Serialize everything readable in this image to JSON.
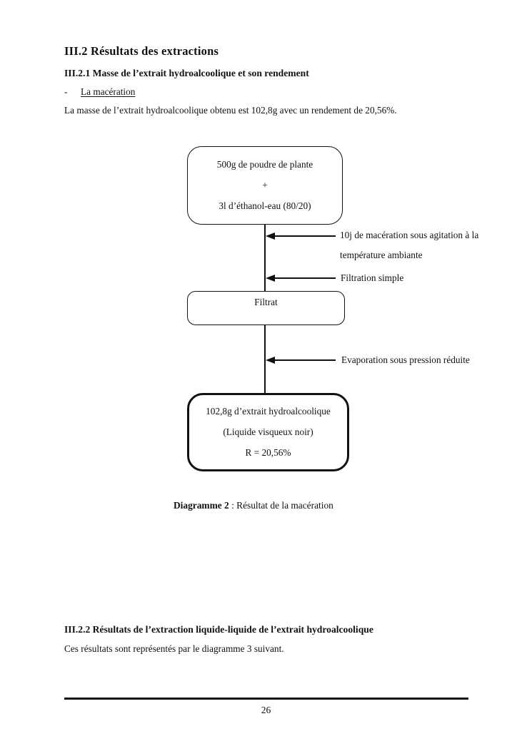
{
  "colors": {
    "ink": "#111111",
    "paper": "#ffffff"
  },
  "document": {
    "section_heading": "III.2 Résultats des extractions",
    "subsection_heading_1": "III.2.1 Masse de l’extrait hydroalcoolique et son rendement",
    "list_marker": "-",
    "list_item": "La macération",
    "paragraph_maceration": "La masse de l’extrait hydroalcoolique obtenu est 102,8g avec un rendement de 20,56%.",
    "subsection_heading_2": "III.2.2 Résultats de l’extraction liquide-liquide de l’extrait hydroalcoolique",
    "paragraph_next": "Ces résultats sont représentés par le diagramme 3 suivant.",
    "page_number": "26"
  },
  "diagram": {
    "caption_label": "Diagramme 2",
    "caption_text": " : Résultat de la macération",
    "input_box": {
      "line1": "500g de poudre de plante",
      "line2": "+",
      "line3": "3l d’éthanol-eau (80/20)"
    },
    "step1_line1": "10j de macération sous agitation à la",
    "step1_line2": "température ambiante",
    "step2_label": "Filtration simple",
    "filtrate_box_label": "Filtrat",
    "step3_label": "Evaporation sous pression réduite",
    "result_box": {
      "line1": "102,8g d’extrait hydroalcoolique",
      "line2": "(Liquide visqueux noir)",
      "line3": "R = 20,56%"
    }
  }
}
